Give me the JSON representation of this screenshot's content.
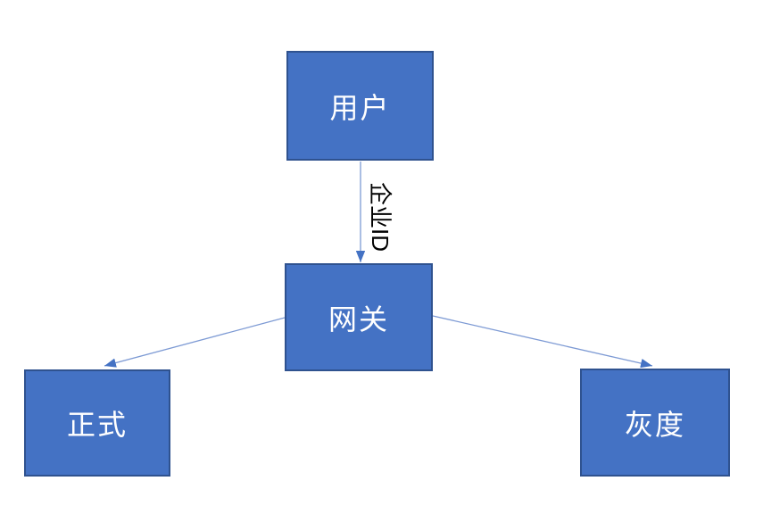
{
  "diagram": {
    "title": "gateway-routing-diagram",
    "nodes": {
      "user": {
        "label": "用户"
      },
      "gateway": {
        "label": "网关"
      },
      "production": {
        "label": "正式"
      },
      "gray": {
        "label": "灰度"
      }
    },
    "edges": {
      "user_to_gateway": {
        "label": "企业ID",
        "from": "用户",
        "to": "网关"
      },
      "gateway_to_production": {
        "label": "",
        "from": "网关",
        "to": "正式"
      },
      "gateway_to_gray": {
        "label": "",
        "from": "网关",
        "to": "灰度"
      }
    },
    "colors": {
      "background": "#FFFFFF",
      "node_fill": "#4472C4",
      "node_border": "#2F528F",
      "node_text": "#FFFFFF",
      "connector": "#7D9AD4",
      "arrowhead": "#4472C4",
      "edge_label_text": "#000000"
    }
  }
}
